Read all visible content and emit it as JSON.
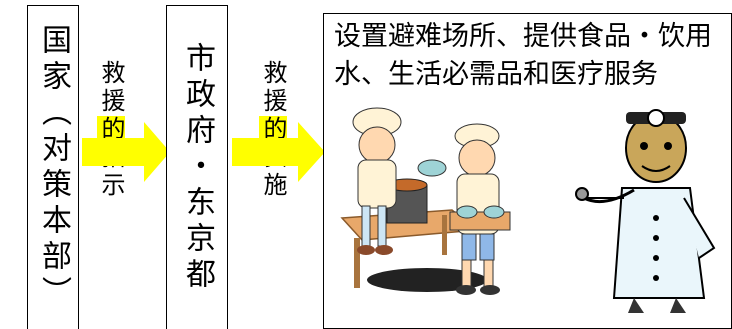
{
  "boxes": {
    "national": "国家（对策本部）",
    "municipal": "市政府・东京都"
  },
  "instruction_label": {
    "part1": "救援",
    "part2": "的",
    "part3": "指示"
  },
  "implementation_label": {
    "part1": "救援",
    "part2": "的",
    "part3": "实施"
  },
  "services_text": "设置避难场所、提供食品・饮用水、生活必需品和医疗服务",
  "colors": {
    "highlight": "#ffff00",
    "arrow": "#ffff00"
  },
  "icons": [
    "chef-children-serving-food",
    "doctor-with-stethoscope"
  ]
}
